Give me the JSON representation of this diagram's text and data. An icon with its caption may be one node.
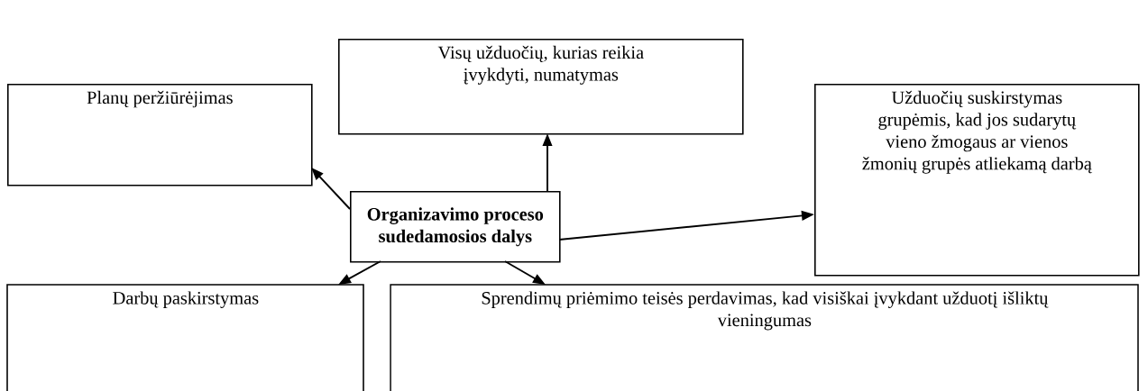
{
  "diagram": {
    "nodes": [
      {
        "text": [
          "Organizavimo proceso sudedamosios dalys"
        ]
      },
      {
        "text": [
          "Visų užduočių, kurias reikia įvykdyti, numatymas"
        ]
      },
      {
        "text": [
          "Planų peržiūrėjimas"
        ]
      },
      {
        "text": [
          "Užduočių suskirstymas grupėmis, kad jos sudarytų vieno žmogaus ar vienos žmonių grupės atliekamą darbą"
        ]
      },
      {
        "text": [
          "Darbų paskirstymas"
        ]
      },
      {
        "text": [
          "Sprendimų priėmimo teisės perdavimas, kad visiškai įvykdant užduotį išliktų vieningumas"
        ]
      }
    ],
    "edges": [
      {
        "from": 0,
        "to": 1,
        "arrow": "to"
      },
      {
        "from": 0,
        "to": 2,
        "arrow": "to"
      },
      {
        "from": 0,
        "to": 3,
        "arrow": "to"
      },
      {
        "from": 0,
        "to": 4,
        "arrow": "to"
      },
      {
        "from": 0,
        "to": 5,
        "arrow": "to"
      }
    ]
  }
}
